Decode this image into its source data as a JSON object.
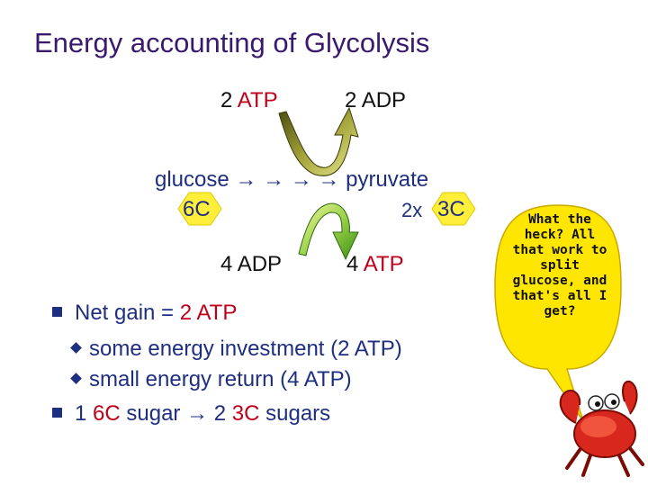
{
  "title": "Energy accounting of Glycolysis",
  "top": {
    "atp_left_num": "2",
    "atp_left_unit": "ATP",
    "adp_right": "2 ADP"
  },
  "pathway": {
    "glucose": "glucose",
    "arrows": "→ → → →",
    "pyruvate": "pyruvate",
    "glucose_carbons": "6C",
    "pyruvate_mult": "2x",
    "pyruvate_carbons": "3C"
  },
  "bottom": {
    "adp_left": "4 ADP",
    "atp_right_num": "4",
    "atp_right_unit": "ATP"
  },
  "bullets": {
    "net_gain_prefix": "Net gain = ",
    "net_gain_value": "2 ATP",
    "sub1": "some energy investment (2 ATP)",
    "sub2": "small energy return (4 ATP)",
    "last_prefix": "1 ",
    "last_6c": "6C",
    "last_mid": " sugar → 2 ",
    "last_3c": "3C",
    "last_suffix": " sugars"
  },
  "speech_bubble": "What the heck? All that work to split glucose, and that's all I get?",
  "colors": {
    "title": "#3a1a6e",
    "atp_red": "#c0001a",
    "bullet_navy": "#1f2f80",
    "hexagon_yellow": "#ffee3a",
    "bubble_yellow": "#ffe600",
    "arrow_top": "#6a6a12",
    "arrow_bottom": "#5aa818"
  }
}
